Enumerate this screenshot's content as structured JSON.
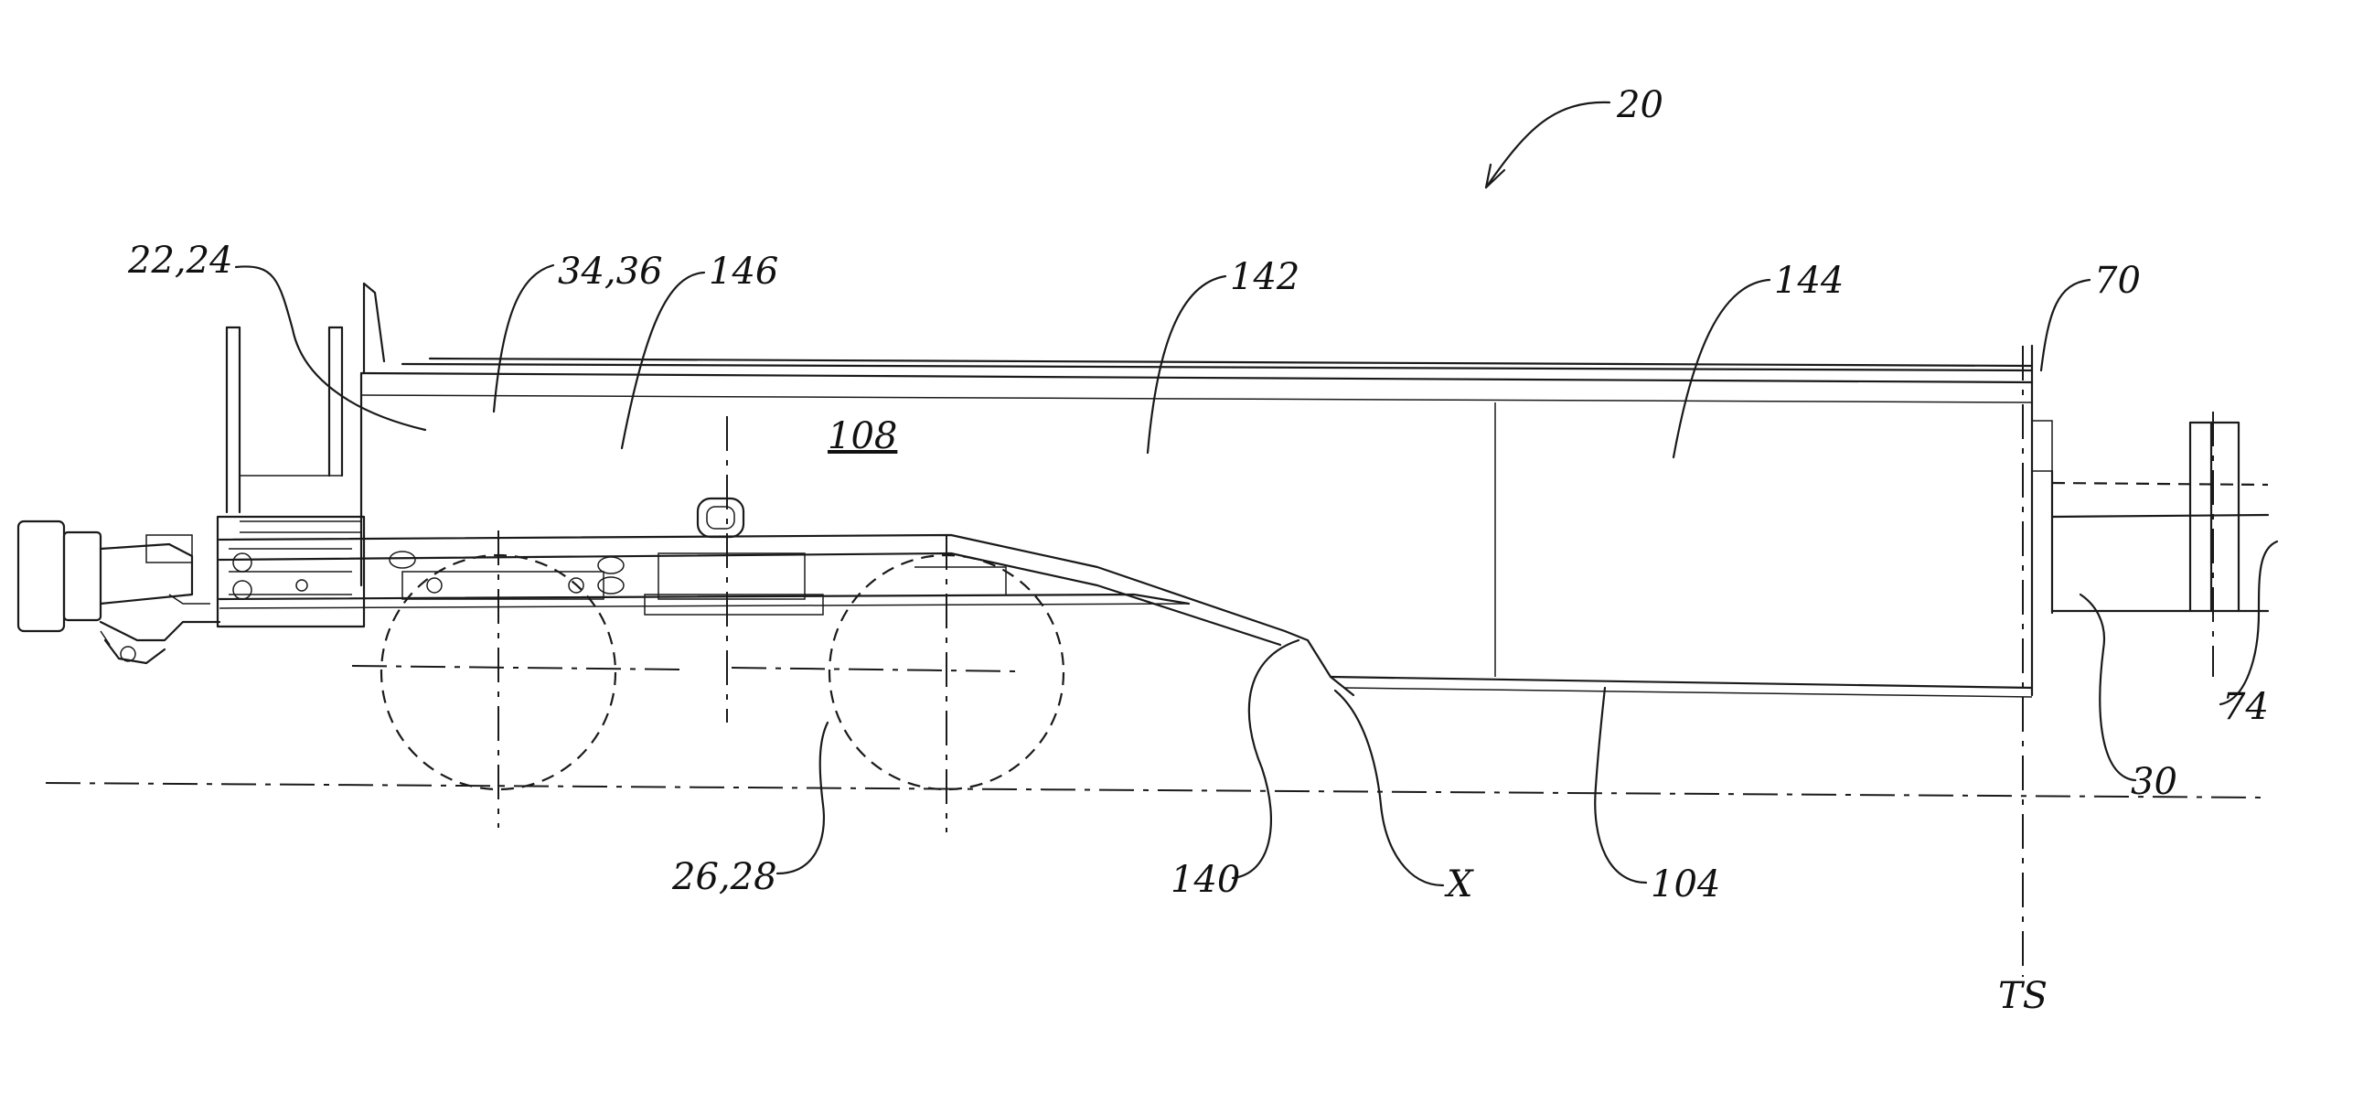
{
  "labels": {
    "ref_20": "20",
    "ref_22_24": "22,24",
    "ref_34_36": "34,36",
    "ref_146": "146",
    "ref_142": "142",
    "ref_144": "144",
    "ref_70": "70",
    "ref_108": "108",
    "ref_74": "74",
    "ref_30": "30",
    "ref_26_28": "26,28",
    "ref_140": "140",
    "ref_X": "X",
    "ref_104": "104",
    "ref_TS": "TS"
  }
}
